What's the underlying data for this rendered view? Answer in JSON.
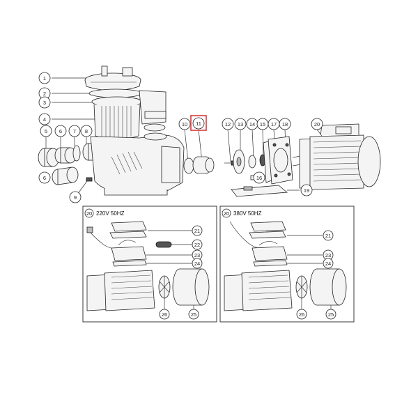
{
  "callouts": {
    "c1": "1",
    "c2": "2",
    "c3": "3",
    "c4": "4",
    "c5": "5",
    "c6": "6",
    "c6b": "6",
    "c7": "7",
    "c8": "8",
    "c9": "9",
    "c10": "10",
    "c11": "11",
    "c12": "12",
    "c13": "13",
    "c14": "14",
    "c15": "15",
    "c16": "16",
    "c17": "17",
    "c18": "18",
    "c19": "19",
    "c20": "20"
  },
  "highlight": {
    "part": "11",
    "color": "#d93a3a"
  },
  "panel_left": {
    "title_number": "20",
    "title": "220V 50HZ",
    "labels": {
      "p21": "21",
      "p22": "22",
      "p23": "23",
      "p24": "24",
      "p25": "25",
      "p26": "26"
    }
  },
  "panel_right": {
    "title_number": "20",
    "title": "380V 50HZ",
    "labels": {
      "p21": "21",
      "p23": "23",
      "p24": "24",
      "p25": "25",
      "p26": "26"
    }
  }
}
